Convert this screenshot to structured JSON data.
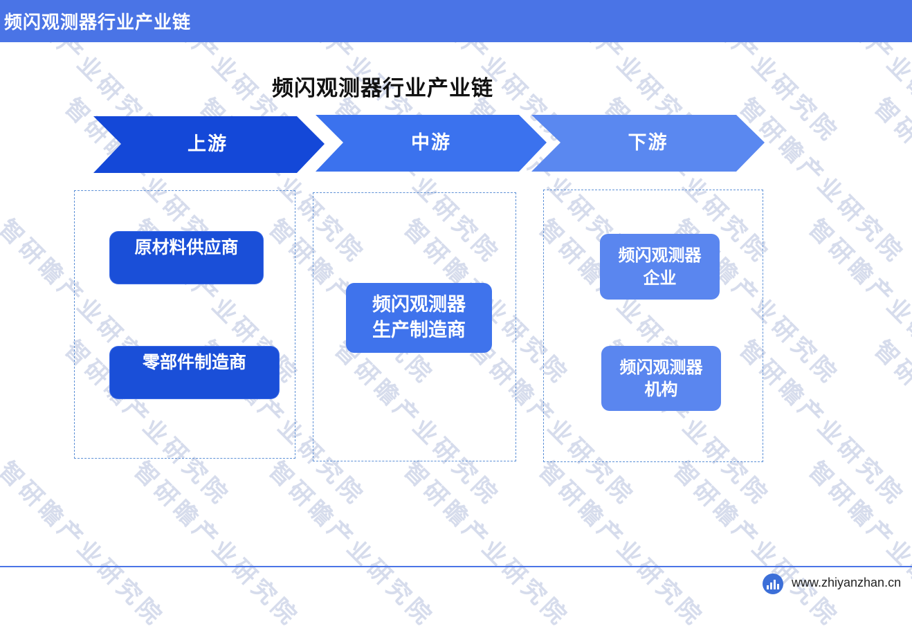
{
  "header": {
    "title": "频闪观测器行业产业链"
  },
  "diagram": {
    "title": "频闪观测器行业产业链",
    "stages": [
      {
        "label": "上游",
        "color": "#1448d8"
      },
      {
        "label": "中游",
        "color": "#3b72ee"
      },
      {
        "label": "下游",
        "color": "#5a88f0"
      }
    ],
    "upstream": [
      {
        "lines": [
          "原材料供应商"
        ]
      },
      {
        "lines": [
          "零部件制造商"
        ]
      }
    ],
    "midstream": [
      {
        "lines": [
          "频闪观测器",
          "生产制造商"
        ]
      }
    ],
    "downstream": [
      {
        "lines": [
          "频闪观测器",
          "企业"
        ]
      },
      {
        "lines": [
          "频闪观测器",
          "机构"
        ]
      }
    ]
  },
  "watermark": {
    "text": "智研瞻产业研究院"
  },
  "footer": {
    "url": "www.zhiyanzhan.cn"
  }
}
